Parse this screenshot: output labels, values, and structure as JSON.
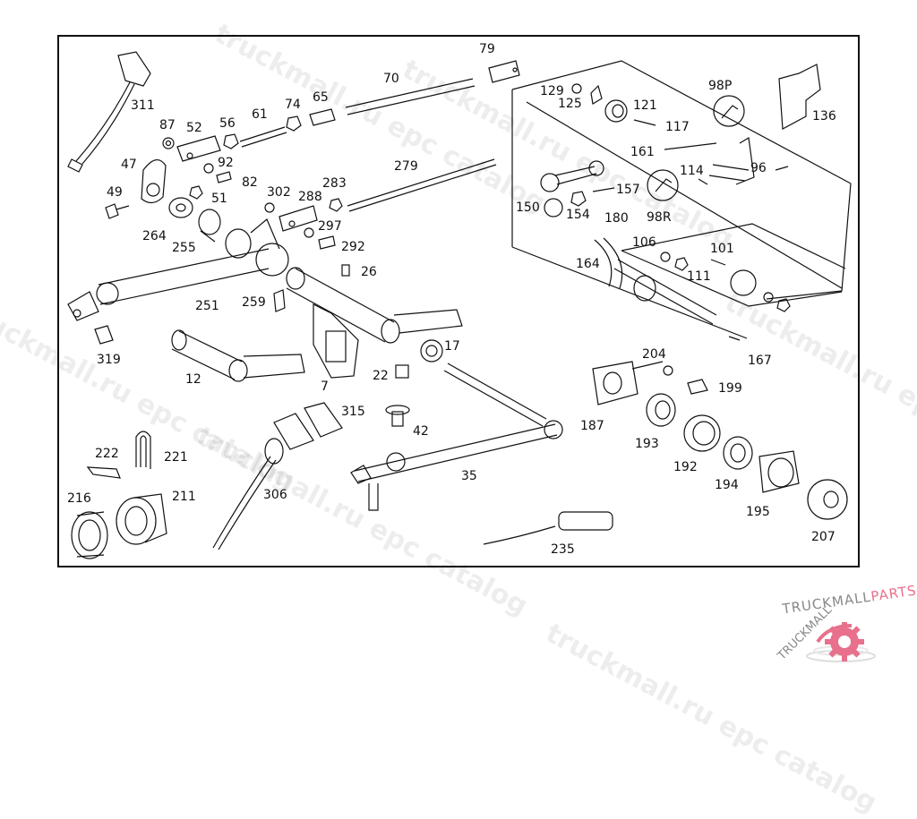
{
  "diagram": {
    "title": "Clutch and brake pedal assembly parts diagram",
    "parts": [
      {
        "id": "311",
        "label": "311"
      },
      {
        "id": "87",
        "label": "87"
      },
      {
        "id": "52",
        "label": "52"
      },
      {
        "id": "56",
        "label": "56"
      },
      {
        "id": "61",
        "label": "61"
      },
      {
        "id": "74",
        "label": "74"
      },
      {
        "id": "65",
        "label": "65"
      },
      {
        "id": "70",
        "label": "70"
      },
      {
        "id": "79",
        "label": "79"
      },
      {
        "id": "47",
        "label": "47"
      },
      {
        "id": "92",
        "label": "92"
      },
      {
        "id": "82",
        "label": "82"
      },
      {
        "id": "49",
        "label": "49"
      },
      {
        "id": "51",
        "label": "51"
      },
      {
        "id": "302",
        "label": "302"
      },
      {
        "id": "288",
        "label": "288"
      },
      {
        "id": "283",
        "label": "283"
      },
      {
        "id": "279",
        "label": "279"
      },
      {
        "id": "297",
        "label": "297"
      },
      {
        "id": "292",
        "label": "292"
      },
      {
        "id": "264",
        "label": "264"
      },
      {
        "id": "255",
        "label": "255"
      },
      {
        "id": "26",
        "label": "26"
      },
      {
        "id": "251",
        "label": "251"
      },
      {
        "id": "259",
        "label": "259"
      },
      {
        "id": "319",
        "label": "319"
      },
      {
        "id": "12",
        "label": "12"
      },
      {
        "id": "7",
        "label": "7"
      },
      {
        "id": "22",
        "label": "22"
      },
      {
        "id": "17",
        "label": "17"
      },
      {
        "id": "315",
        "label": "315"
      },
      {
        "id": "42",
        "label": "42"
      },
      {
        "id": "35",
        "label": "35"
      },
      {
        "id": "222",
        "label": "222"
      },
      {
        "id": "221",
        "label": "221"
      },
      {
        "id": "216",
        "label": "216"
      },
      {
        "id": "211",
        "label": "211"
      },
      {
        "id": "306",
        "label": "306"
      },
      {
        "id": "235",
        "label": "235"
      },
      {
        "id": "129",
        "label": "129"
      },
      {
        "id": "125",
        "label": "125"
      },
      {
        "id": "121",
        "label": "121"
      },
      {
        "id": "117",
        "label": "117"
      },
      {
        "id": "98P",
        "label": "98P"
      },
      {
        "id": "136",
        "label": "136"
      },
      {
        "id": "161",
        "label": "161"
      },
      {
        "id": "114",
        "label": "114"
      },
      {
        "id": "96",
        "label": "96"
      },
      {
        "id": "157",
        "label": "157"
      },
      {
        "id": "150",
        "label": "150"
      },
      {
        "id": "154",
        "label": "154"
      },
      {
        "id": "180",
        "label": "180"
      },
      {
        "id": "98R",
        "label": "98R"
      },
      {
        "id": "106",
        "label": "106"
      },
      {
        "id": "101",
        "label": "101"
      },
      {
        "id": "164",
        "label": "164"
      },
      {
        "id": "111",
        "label": "111"
      },
      {
        "id": "167",
        "label": "167"
      },
      {
        "id": "204",
        "label": "204"
      },
      {
        "id": "199",
        "label": "199"
      },
      {
        "id": "187",
        "label": "187"
      },
      {
        "id": "193",
        "label": "193"
      },
      {
        "id": "192",
        "label": "192"
      },
      {
        "id": "194",
        "label": "194"
      },
      {
        "id": "195",
        "label": "195"
      },
      {
        "id": "207",
        "label": "207"
      }
    ]
  },
  "watermark": {
    "text": "truckmall.ru epc catalog"
  },
  "logo": {
    "text_main": "TRUCKMALL",
    "text_accent": "PARTS",
    "accent_color": "#e8708c",
    "main_color": "#888888"
  }
}
